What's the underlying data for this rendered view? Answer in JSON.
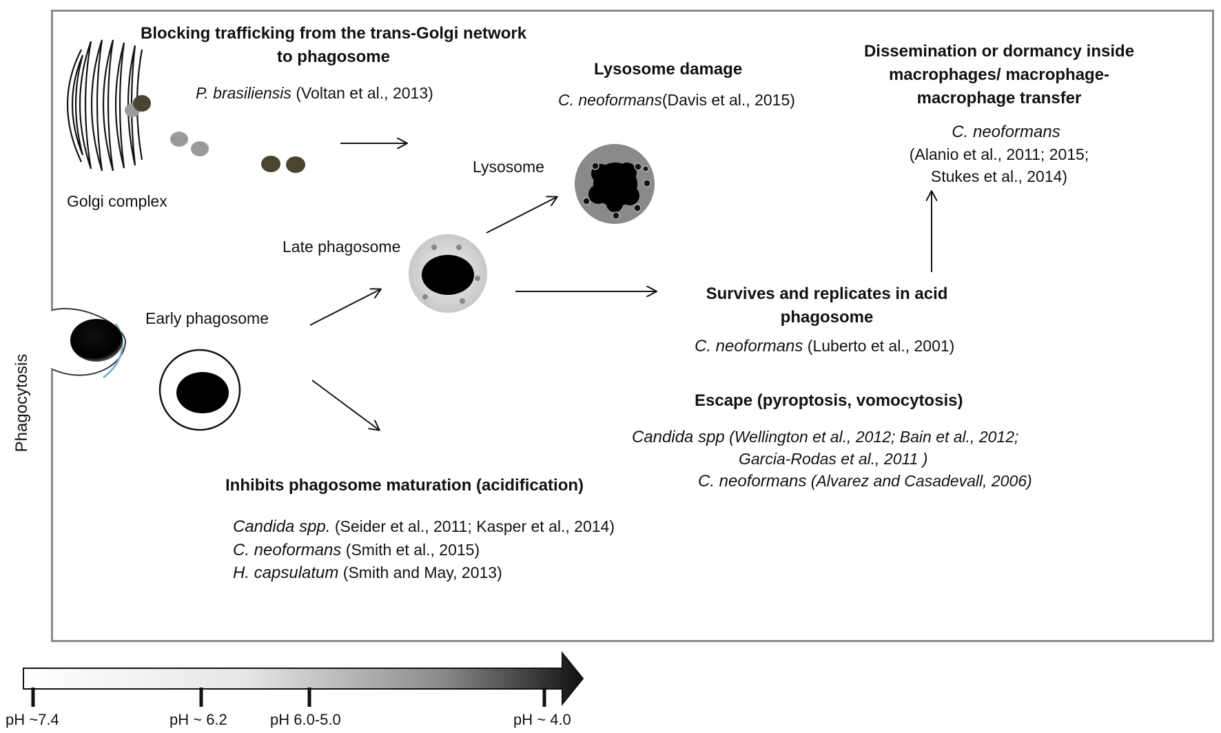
{
  "golgi_heading_line1": "Blocking trafficking from the trans-Golgi network",
  "golgi_heading_line2": "to phagosome",
  "golgi_species": "P. brasiliensis",
  "golgi_ref": "(Voltan et al., 2013)",
  "golgi_label": "Golgi complex",
  "lyso_heading": "Lysosome damage",
  "lyso_species": "C. neoformans",
  "lyso_ref": "(Davis et al., 2015)",
  "lysosome_label": "Lysosome",
  "late_label": "Late phagosome",
  "early_label": "Early phagosome",
  "phagocytosis_label": "Phagocytosis",
  "dissem_line1": "Dissemination or dormancy  inside",
  "dissem_line2": "macrophages/ macrophage-",
  "dissem_line3": "macrophage transfer",
  "dissem_species": "C. neoformans",
  "dissem_ref1": "(Alanio et al., 2011; 2015;",
  "dissem_ref2": "Stukes et al., 2014)",
  "survive_line1": "Survives and replicates  in acid",
  "survive_line2": "phagosome",
  "survive_species": "C. neoformans",
  "survive_ref": "(Luberto et al., 2001)",
  "escape_heading": "Escape (pyroptosis, vomocytosis)",
  "escape_species1": "Candida spp",
  "escape_ref1": "(Wellington et al., 2012; Bain et al., 2012;",
  "escape_ref2": "Garcia-Rodas et al., 2011 )",
  "escape_species2": "C. neoformans",
  "escape_ref3": "(Alvarez and Casadevall, 2006)",
  "inhibit_heading": "Inhibits phagosome maturation (acidification)",
  "inhibit_items": [
    {
      "species": "Candida spp.",
      "ref": "(Seider et al., 2011; Kasper et al., 2014)"
    },
    {
      "species": "C. neoformans",
      "ref": "(Smith et al., 2015)"
    },
    {
      "species": "H. capsulatum",
      "ref": "(Smith and May, 2013)"
    }
  ],
  "ph_scale": [
    "pH ~7.4",
    "pH ~ 6.2",
    "pH 6.0-5.0",
    "pH ~ 4.0"
  ]
}
